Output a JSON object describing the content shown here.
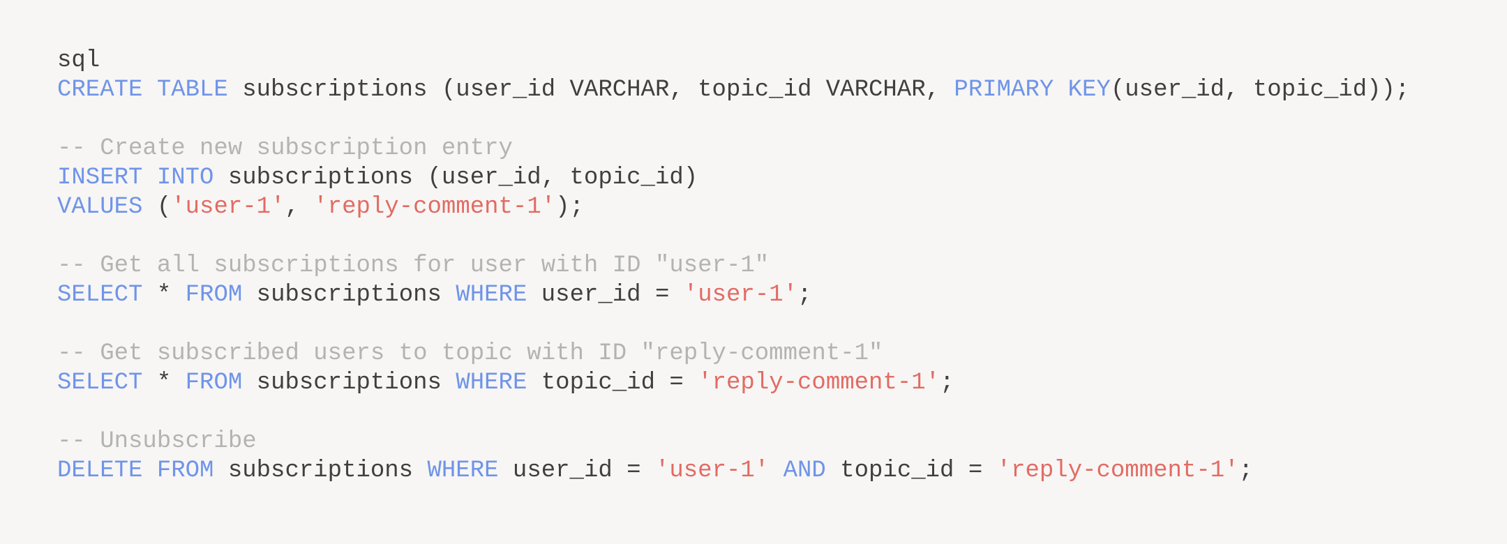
{
  "code": {
    "language": "sql",
    "colors": {
      "background": "#f7f6f5",
      "plain": "#3f3f3f",
      "keyword": "#6f94e8",
      "string": "#e26b63",
      "comment": "#b3b3b3"
    },
    "lines": [
      [
        {
          "t": "pl",
          "s": "sql"
        }
      ],
      [
        {
          "t": "kw",
          "s": "CREATE TABLE"
        },
        {
          "t": "pl",
          "s": " subscriptions (user_id VARCHAR, topic_id VARCHAR, "
        },
        {
          "t": "kw",
          "s": "PRIMARY KEY"
        },
        {
          "t": "pl",
          "s": "(user_id, topic_id));"
        }
      ],
      [],
      [
        {
          "t": "cm",
          "s": "-- Create new subscription entry"
        }
      ],
      [
        {
          "t": "kw",
          "s": "INSERT INTO"
        },
        {
          "t": "pl",
          "s": " subscriptions (user_id, topic_id)"
        }
      ],
      [
        {
          "t": "kw",
          "s": "VALUES"
        },
        {
          "t": "pl",
          "s": " ("
        },
        {
          "t": "str",
          "s": "'user-1'"
        },
        {
          "t": "pl",
          "s": ", "
        },
        {
          "t": "str",
          "s": "'reply-comment-1'"
        },
        {
          "t": "pl",
          "s": ");"
        }
      ],
      [],
      [
        {
          "t": "cm",
          "s": "-- Get all subscriptions for user with ID \"user-1\""
        }
      ],
      [
        {
          "t": "kw",
          "s": "SELECT"
        },
        {
          "t": "pl",
          "s": " * "
        },
        {
          "t": "kw",
          "s": "FROM"
        },
        {
          "t": "pl",
          "s": " subscriptions "
        },
        {
          "t": "kw",
          "s": "WHERE"
        },
        {
          "t": "pl",
          "s": " user_id = "
        },
        {
          "t": "str",
          "s": "'user-1'"
        },
        {
          "t": "pl",
          "s": ";"
        }
      ],
      [],
      [
        {
          "t": "cm",
          "s": "-- Get subscribed users to topic with ID \"reply-comment-1\""
        }
      ],
      [
        {
          "t": "kw",
          "s": "SELECT"
        },
        {
          "t": "pl",
          "s": " * "
        },
        {
          "t": "kw",
          "s": "FROM"
        },
        {
          "t": "pl",
          "s": " subscriptions "
        },
        {
          "t": "kw",
          "s": "WHERE"
        },
        {
          "t": "pl",
          "s": " topic_id = "
        },
        {
          "t": "str",
          "s": "'reply-comment-1'"
        },
        {
          "t": "pl",
          "s": ";"
        }
      ],
      [],
      [
        {
          "t": "cm",
          "s": "-- Unsubscribe"
        }
      ],
      [
        {
          "t": "kw",
          "s": "DELETE FROM"
        },
        {
          "t": "pl",
          "s": " subscriptions "
        },
        {
          "t": "kw",
          "s": "WHERE"
        },
        {
          "t": "pl",
          "s": " user_id = "
        },
        {
          "t": "str",
          "s": "'user-1'"
        },
        {
          "t": "pl",
          "s": " "
        },
        {
          "t": "kw",
          "s": "AND"
        },
        {
          "t": "pl",
          "s": " topic_id = "
        },
        {
          "t": "str",
          "s": "'reply-comment-1'"
        },
        {
          "t": "pl",
          "s": ";"
        }
      ]
    ]
  }
}
